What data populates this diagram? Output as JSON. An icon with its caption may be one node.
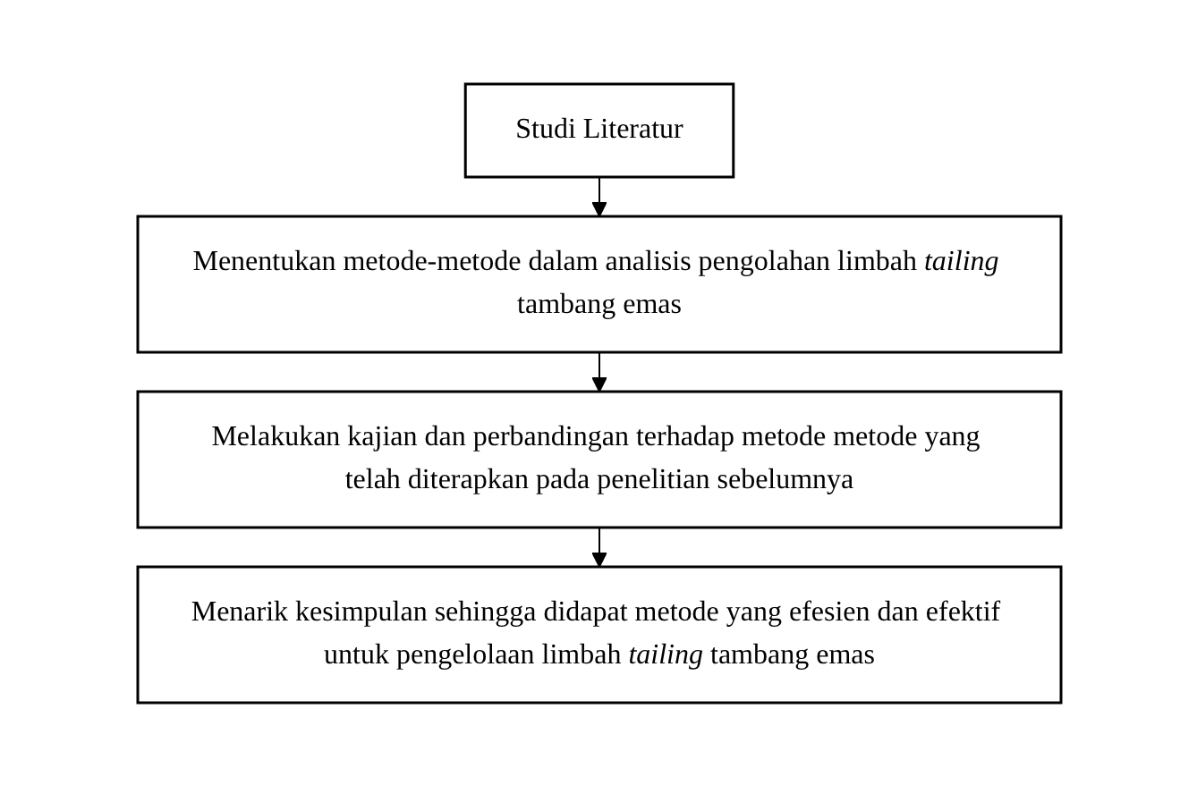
{
  "diagram": {
    "nodes": [
      {
        "text": [
          "Studi Literatur"
        ]
      },
      {
        "text": [
          "Menentukan metode-metode dalam analisis pengolahan limbah *tailing* tambang emas"
        ]
      },
      {
        "text": [
          "Melakukan kajian dan perbandingan terhadap metode metode yang telah diterapkan pada penelitian sebelumnya"
        ]
      },
      {
        "text": [
          "Menarik kesimpulan sehingga didapat metode yang efesien dan efektif untuk pengelolaan limbah *tailing* tambang emas"
        ]
      }
    ],
    "edges": [
      {
        "from": 0,
        "to": 1,
        "arrow": "to"
      },
      {
        "from": 1,
        "to": 2,
        "arrow": "to"
      },
      {
        "from": 2,
        "to": 3,
        "arrow": "to"
      }
    ]
  }
}
